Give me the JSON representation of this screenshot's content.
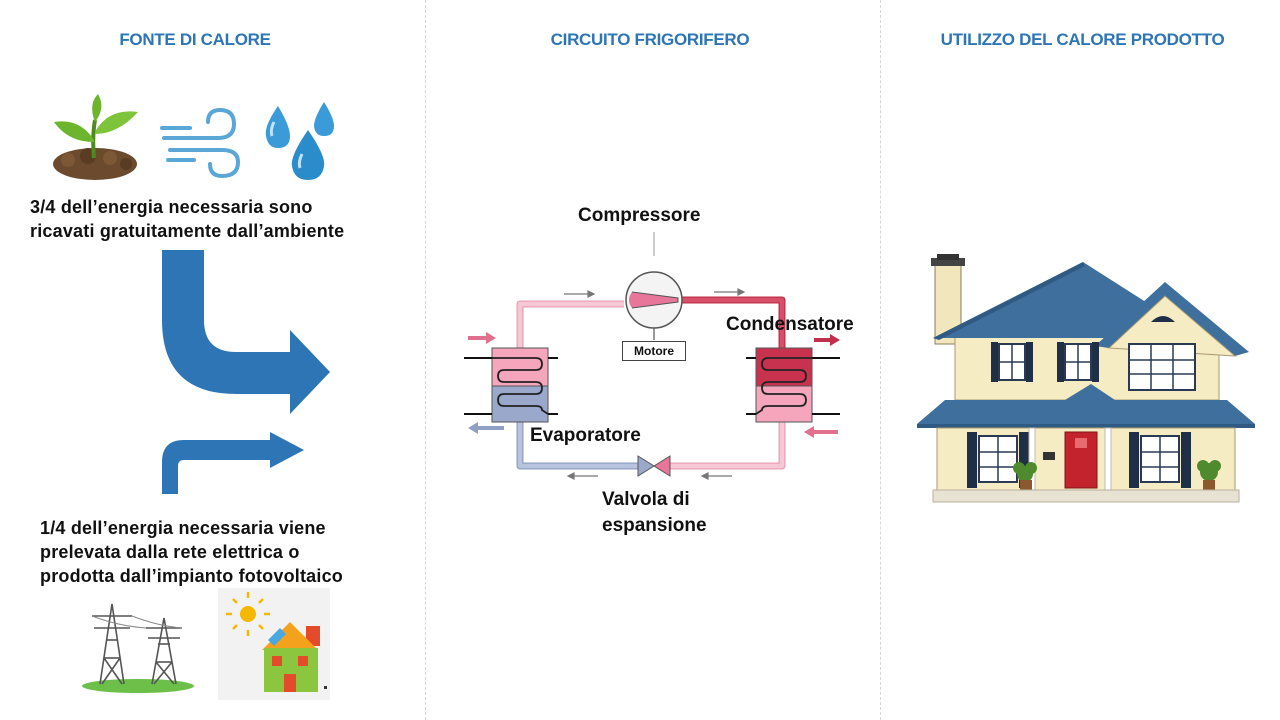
{
  "columns": {
    "source_title": "FONTE DI CALORE",
    "circuit_title": "CIRCUITO FRIGORIFERO",
    "use_title": "UTILIZZO DEL CALORE PRODOTTO"
  },
  "source": {
    "ambient_line1": "3/4 dell’energia necessaria sono",
    "ambient_line2": "ricavati gratuitamente dall’ambiente",
    "electric_line1": "1/4 dell’energia necessaria viene",
    "electric_line2": "prelevata dalla rete elettrica o",
    "electric_line3": "prodotta dall’impianto fotovoltaico"
  },
  "circuit": {
    "compressor": "Compressore",
    "motor": "Motore",
    "condenser": "Condensatore",
    "evaporator": "Evaporatore",
    "valve_line1": "Valvola di",
    "valve_line2": "espansione"
  },
  "colors": {
    "title_blue": "#2e75b6",
    "arrow_blue": "#2e75b6",
    "pipe_pink": "#e8a0b4",
    "pipe_red": "#c0304a",
    "pipe_blue": "#8fa0c4",
    "condenser_red": "#c8324e",
    "evaporator_blue": "#9aa8cc"
  }
}
